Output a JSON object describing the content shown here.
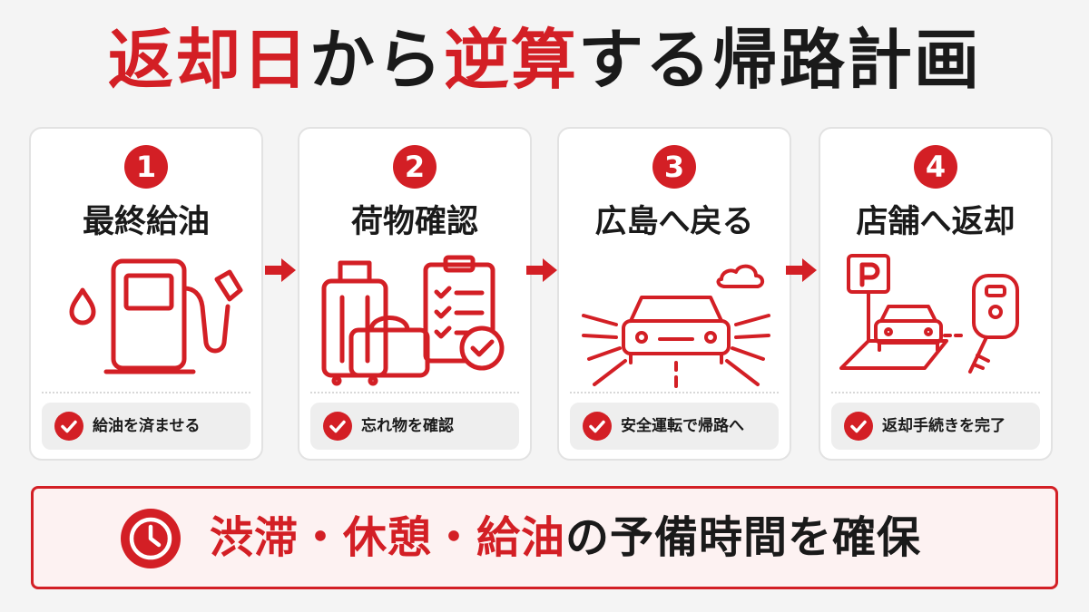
{
  "title": {
    "part1": "返却日",
    "part2": "から",
    "part3": "逆算",
    "part4": "する帰路計画"
  },
  "colors": {
    "accent": "#d31f25",
    "text": "#1a1a1a",
    "card_bg": "#ffffff",
    "chip_bg": "#eeeeee"
  },
  "steps": [
    {
      "number": "1",
      "title": "最終給油",
      "check": "給油を済ませる",
      "icon": "fuel-pump-icon"
    },
    {
      "number": "2",
      "title": "荷物確認",
      "check": "忘れ物を確認",
      "icon": "luggage-checklist-icon"
    },
    {
      "number": "3",
      "title": "広島へ戻る",
      "check": "安全運転で帰路へ",
      "icon": "car-road-icon"
    },
    {
      "number": "4",
      "title": "店舗へ返却",
      "check": "返却手続きを完了",
      "icon": "parking-key-icon"
    }
  ],
  "banner": {
    "icon": "clock-icon",
    "part1": "渋滞・休憩・給油",
    "part2": "の予備時間を確保"
  }
}
